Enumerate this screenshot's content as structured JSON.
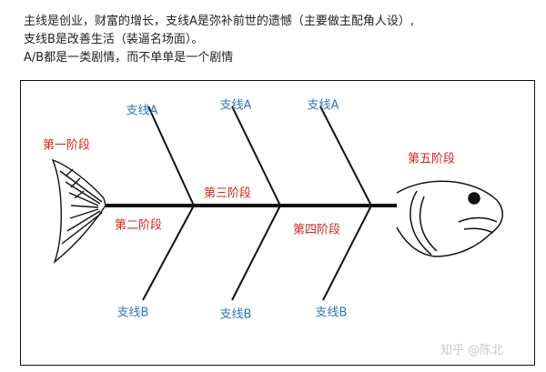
{
  "intro": {
    "line1": "主线是创业，财富的增长，支线A是弥补前世的遗憾（主要做主配角人设）,",
    "line2": "支线B是改善生活（装逼名场面）。",
    "line3": "A/B都是一类剧情，而不单单是一个剧情"
  },
  "stages": {
    "stage1": "第一阶段",
    "stage2": "第二阶段",
    "stage3": "第三阶段",
    "stage4": "第四阶段",
    "stage5": "第五阶段"
  },
  "branches": {
    "a": [
      "支线A",
      "支线A",
      "支线A"
    ],
    "b": [
      "支线B",
      "支线B",
      "支线B"
    ]
  },
  "watermark": "知乎 @陈北",
  "colors": {
    "stage_text": "#d0261d",
    "branch_text": "#2a79b8",
    "lines": "#111111"
  }
}
